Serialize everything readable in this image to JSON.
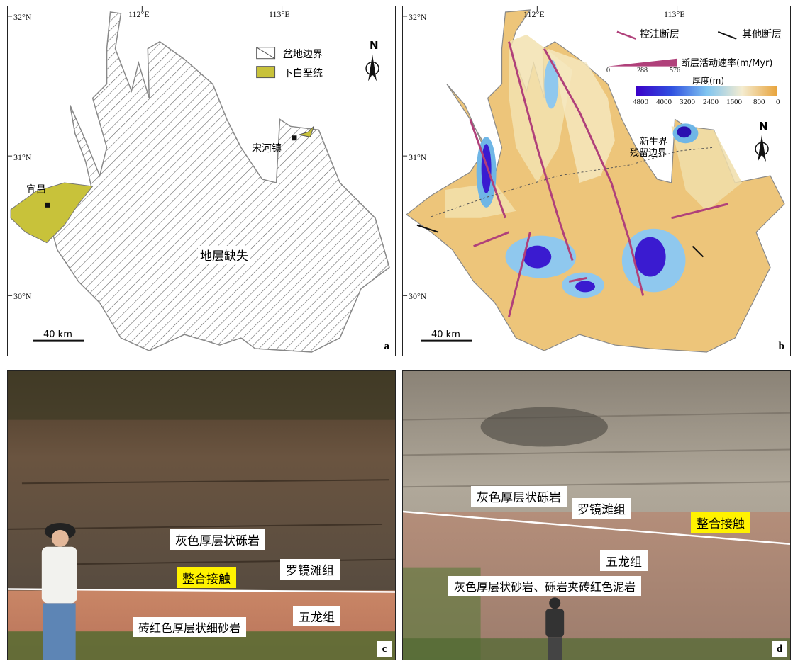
{
  "panel_a": {
    "coords": {
      "lon1": "112°E",
      "lon2": "113°E",
      "lat32": "32°N",
      "lat31": "31°N",
      "lat30": "30°N"
    },
    "legend": {
      "boundary": "盆地边界",
      "unit": "下白垩统"
    },
    "places": {
      "yichang": "宜昌",
      "songhe": "宋河镇"
    },
    "center_label": "地层缺失",
    "scale": "40 km",
    "north": "N",
    "label": "a",
    "colors": {
      "unit_fill": "#c8c23a",
      "hatch": "#666666"
    }
  },
  "panel_b": {
    "coords": {
      "lon1": "112°E",
      "lon2": "113°E",
      "lat32": "32°N",
      "lat31": "31°N",
      "lat30": "30°N"
    },
    "legend": {
      "control_fault": "控洼断层",
      "other_fault": "其他断层",
      "rate_title": "断层活动速率(m/Myr)",
      "rate_ticks": [
        "0",
        "288",
        "576"
      ],
      "thickness_title": "厚度(m)",
      "thickness_ticks": [
        "4800",
        "4000",
        "3200",
        "2400",
        "1600",
        "800",
        "0"
      ]
    },
    "annotation_line1": "新生界",
    "annotation_line2": "残留边界",
    "scale": "40 km",
    "north": "N",
    "label": "b",
    "colors": {
      "fault": "#b0407a",
      "deep": "#3a1bd0",
      "mid": "#6fb6e6",
      "shallow": "#f2e2b0",
      "zero": "#e8a33b"
    }
  },
  "panel_c": {
    "upper_rock": "灰色厚层状砾岩",
    "upper_formation": "罗镜滩组",
    "contact": "整合接触",
    "lower_formation": "五龙组",
    "lower_rock": "砖红色厚层状细砂岩",
    "label": "c"
  },
  "panel_d": {
    "upper_rock": "灰色厚层状砾岩",
    "upper_formation": "罗镜滩组",
    "contact": "整合接触",
    "lower_formation": "五龙组",
    "lower_rock": "灰色厚层状砂岩、砾岩夹砖红色泥岩",
    "label": "d"
  }
}
